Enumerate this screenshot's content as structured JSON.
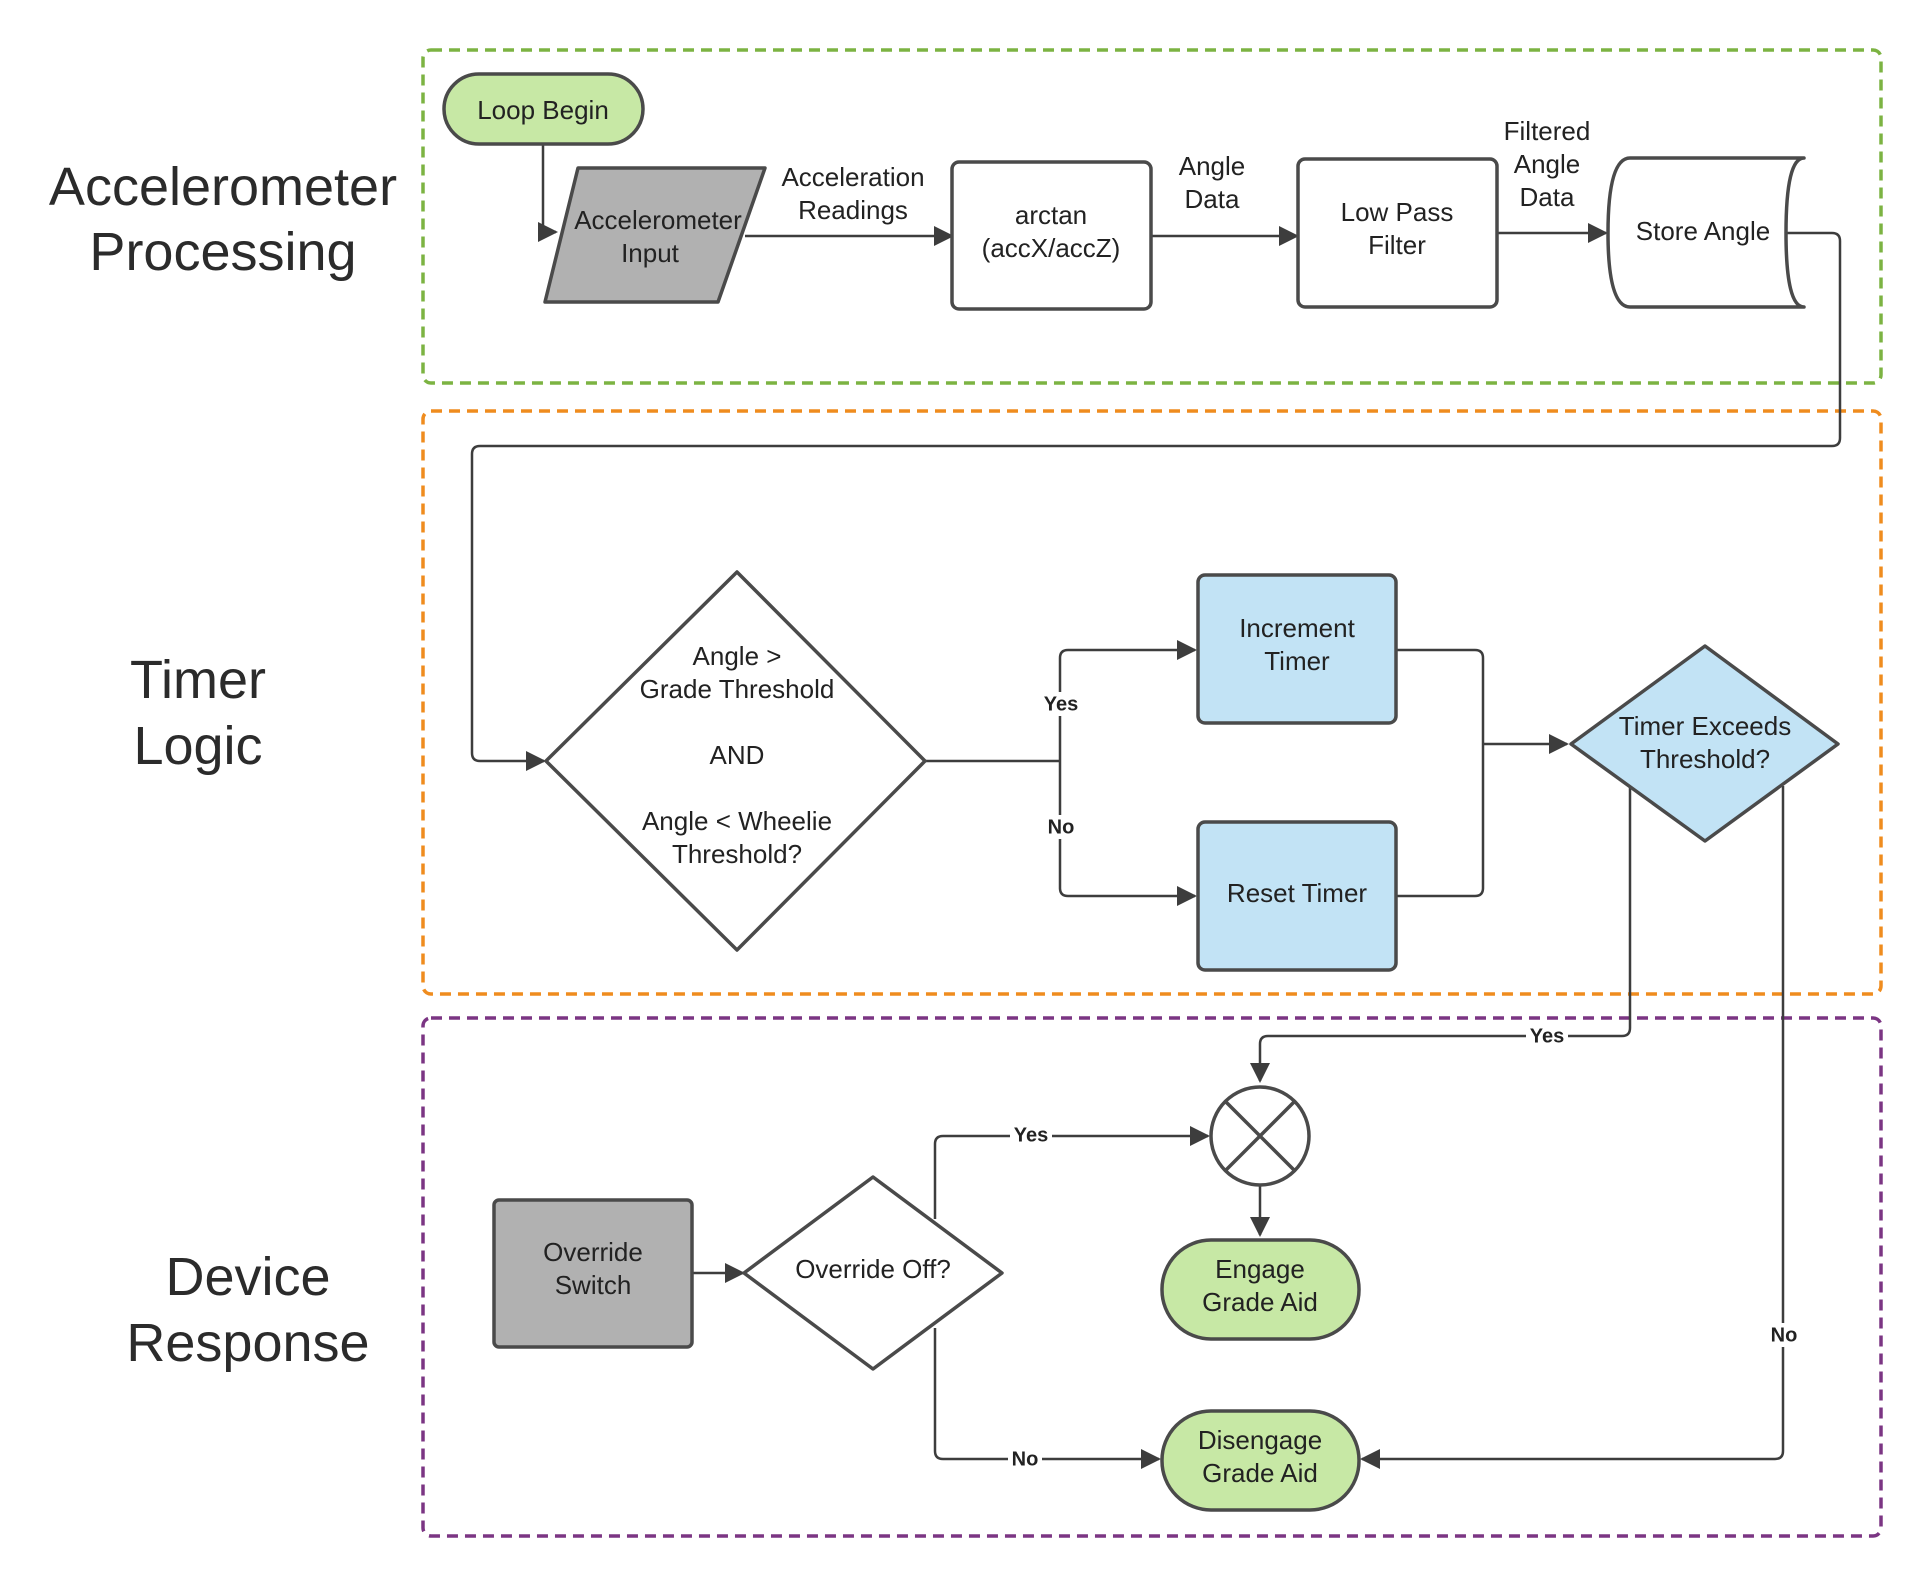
{
  "colors": {
    "lane_accelerometer": "#7cb342",
    "lane_timer": "#ef8c1e",
    "lane_device": "#7b3583",
    "terminal_green": "#c7e8a5",
    "input_gray": "#b1b1b1",
    "timer_blue": "#c2e3f5"
  },
  "lanes": {
    "accelerometer": {
      "line1": "Accelerometer",
      "line2": "Processing"
    },
    "timer": {
      "line1": "Timer",
      "line2": "Logic"
    },
    "device": {
      "line1": "Device",
      "line2": "Response"
    }
  },
  "nodes": {
    "loop_begin": "Loop Begin",
    "accel_input": {
      "line1": "Accelerometer",
      "line2": "Input"
    },
    "arctan": {
      "line1": "arctan",
      "line2": "(accX/accZ)"
    },
    "low_pass": {
      "line1": "Low Pass",
      "line2": "Filter"
    },
    "store_angle": "Store Angle",
    "angle_decision": {
      "line1": "Angle >",
      "line2": "Grade Threshold",
      "line3": "AND",
      "line4": "Angle < Wheelie",
      "line5": "Threshold?"
    },
    "increment_timer": {
      "line1": "Increment",
      "line2": "Timer"
    },
    "reset_timer": "Reset Timer",
    "timer_exceeds": {
      "line1": "Timer Exceeds",
      "line2": "Threshold?"
    },
    "override_switch": {
      "line1": "Override",
      "line2": "Switch"
    },
    "override_off": "Override Off?",
    "engage": {
      "line1": "Engage",
      "line2": "Grade Aid"
    },
    "disengage": {
      "line1": "Disengage",
      "line2": "Grade Aid"
    }
  },
  "edges": {
    "acceleration_readings": {
      "line1": "Acceleration",
      "line2": "Readings"
    },
    "angle_data": {
      "line1": "Angle",
      "line2": "Data"
    },
    "filtered_angle_data": {
      "line1": "Filtered",
      "line2": "Angle",
      "line3": "Data"
    },
    "yes_increment": "Yes",
    "no_reset": "No",
    "yes_timer_exceeds": "Yes",
    "no_timer_exceeds": "No",
    "yes_override": "Yes",
    "no_override": "No"
  }
}
